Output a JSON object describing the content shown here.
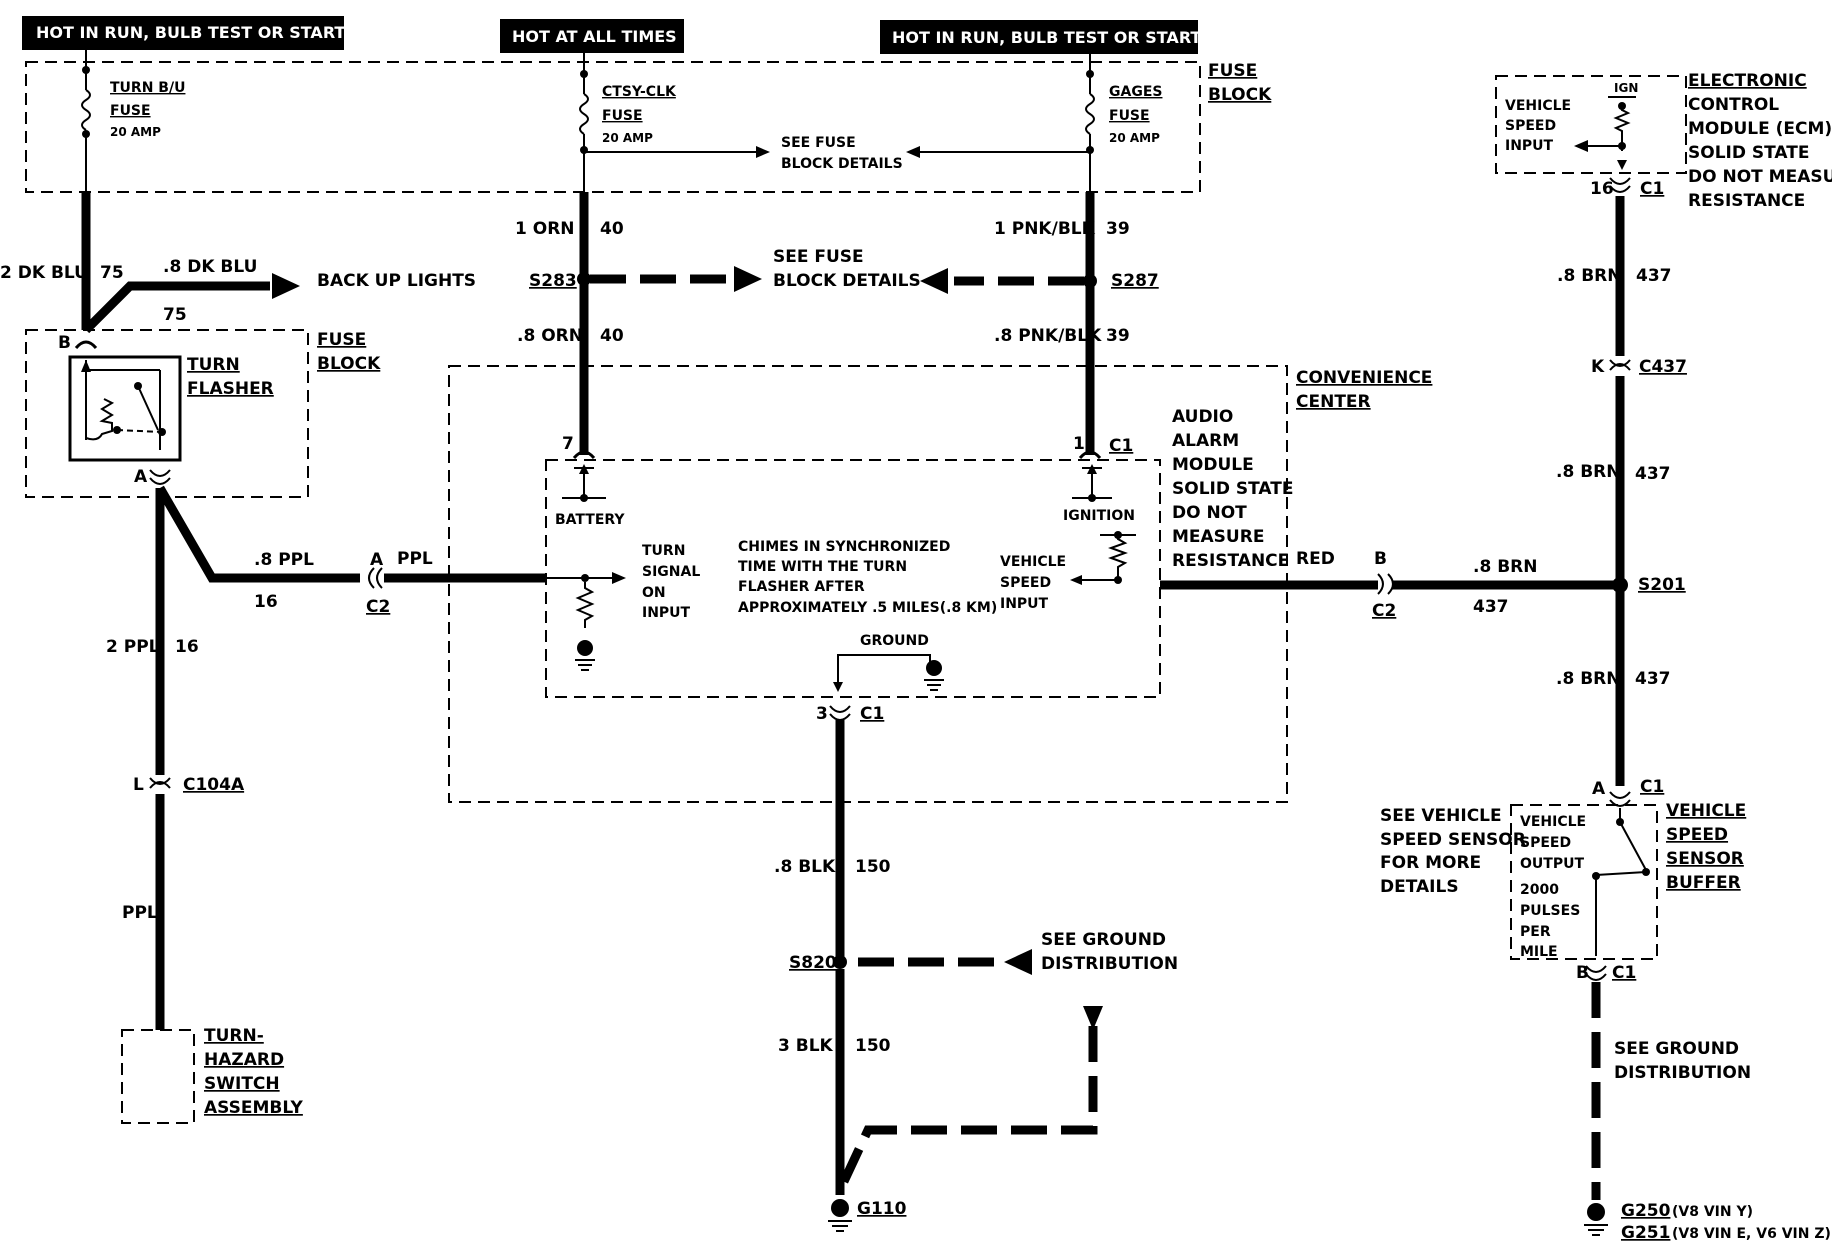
{
  "power_labels": {
    "left": "HOT IN RUN, BULB TEST OR START",
    "middle": "HOT AT ALL TIMES",
    "right": "HOT IN RUN, BULB TEST OR START"
  },
  "fuses": {
    "turn_bu": {
      "name1": "TURN B/U",
      "name2": "FUSE",
      "rating": "20 AMP"
    },
    "ctsy_clk": {
      "name1": "CTSY-CLK",
      "name2": "FUSE",
      "rating": "20 AMP"
    },
    "gages": {
      "name1": "GAGES",
      "name2": "FUSE",
      "rating": "20 AMP"
    }
  },
  "fuse_block_top": {
    "line1": "FUSE",
    "line2": "BLOCK"
  },
  "fuse_block_details_top": {
    "line1": "SEE FUSE",
    "line2": "BLOCK DETAILS"
  },
  "fuse_block_details_mid": {
    "line1": "SEE FUSE",
    "line2": "BLOCK DETAILS"
  },
  "wires": {
    "w_2dkblu": "2 DK BLU",
    "w_2dkblu_num": "75",
    "w_8dkblu": ".8 DK BLU",
    "w_8dkblu_num": "75",
    "backup_lights": "BACK UP LIGHTS",
    "w_1orn": "1 ORN",
    "w_1orn_num": "40",
    "w_8orn": ".8 ORN",
    "w_8orn_num": "40",
    "w_1pnkblk": "1 PNK/BLK",
    "w_1pnkblk_num": "39",
    "w_8pnkblk": ".8 PNK/BLK",
    "w_8pnkblk_num": "39",
    "w_8ppl": ".8 PPL",
    "w_8ppl_num": "16",
    "w_ppl_a": "PPL",
    "w_2ppl": "2 PPL",
    "w_2ppl_num": "16",
    "w_ppl": "PPL",
    "w_red": "RED",
    "w_8brn_c2": ".8 BRN",
    "w_8brn_c2_num": "437",
    "w_8brn_1": ".8 BRN",
    "w_8brn_1_num": "437",
    "w_8brn_2": ".8 BRN",
    "w_8brn_2_num": "437",
    "w_8brn_3": ".8 BRN",
    "w_8brn_3_num": "437",
    "w_8blk": ".8 BLK",
    "w_8blk_num": "150",
    "w_3blk": "3 BLK",
    "w_3blk_num": "150"
  },
  "splices": {
    "s283": "S283",
    "s287": "S287",
    "s201": "S201",
    "s820": "S820"
  },
  "connectors": {
    "b": "B",
    "a": "A",
    "a_c2": "A",
    "c2": "C2",
    "pin7": "7",
    "pin1": "1",
    "c1_top": "C1",
    "pin3": "3",
    "c1_ground": "C1",
    "l": "L",
    "c104a": "C104A",
    "b_c2": "B",
    "c2_right": "C2",
    "pin16": "16",
    "c1_ecm": "C1",
    "k": "K",
    "c437": "C437",
    "a_vss": "A",
    "c1_vss": "C1",
    "b_vss": "B",
    "c1_vss_b": "C1"
  },
  "turn_flasher": {
    "line1": "TURN",
    "line2": "FLASHER"
  },
  "fuse_block_left": {
    "line1": "FUSE",
    "line2": "BLOCK"
  },
  "convenience_center": {
    "line1": "CONVENIENCE",
    "line2": "CENTER"
  },
  "audio_alarm": [
    "AUDIO",
    "ALARM",
    "MODULE",
    "SOLID STATE",
    "DO NOT",
    "MEASURE",
    "RESISTANCE"
  ],
  "module_inner": {
    "battery": "BATTERY",
    "ignition": "IGNITION",
    "turn_signal": [
      "TURN",
      "SIGNAL",
      "ON",
      "INPUT"
    ],
    "chimes": [
      "CHIMES IN SYNCHRONIZED",
      "TIME WITH THE TURN",
      "FLASHER AFTER",
      "APPROXIMATELY .5 MILES(.8 KM)"
    ],
    "vehicle_speed": [
      "VEHICLE",
      "SPEED",
      "INPUT"
    ],
    "ground": "GROUND"
  },
  "ecm": {
    "inner": [
      "VEHICLE",
      "SPEED",
      "INPUT"
    ],
    "ign": "IGN",
    "title": [
      "ELECTRONIC",
      "CONTROL",
      "MODULE (ECM)",
      "SOLID STATE",
      "DO NOT MEASURE",
      "RESISTANCE"
    ]
  },
  "vss_buffer": {
    "inner": [
      "VEHICLE",
      "SPEED",
      "OUTPUT",
      "2000",
      "PULSES",
      "PER",
      "MILE"
    ],
    "title": [
      "VEHICLE",
      "SPEED",
      "SENSOR",
      "BUFFER"
    ],
    "see": [
      "SEE VEHICLE",
      "SPEED SENSOR",
      "FOR MORE",
      "DETAILS"
    ]
  },
  "turn_hazard": [
    "TURN-",
    "HAZARD",
    "SWITCH",
    "ASSEMBLY"
  ],
  "see_ground_mid": {
    "line1": "SEE GROUND",
    "line2": "DISTRIBUTION"
  },
  "see_ground_right": {
    "line1": "SEE GROUND",
    "line2": "DISTRIBUTION"
  },
  "grounds": {
    "g110": "G110",
    "g250": "G250",
    "g250_note": "(V8 VIN Y)",
    "g251": "G251",
    "g251_note": "(V8 VIN E, V6 VIN Z)"
  }
}
